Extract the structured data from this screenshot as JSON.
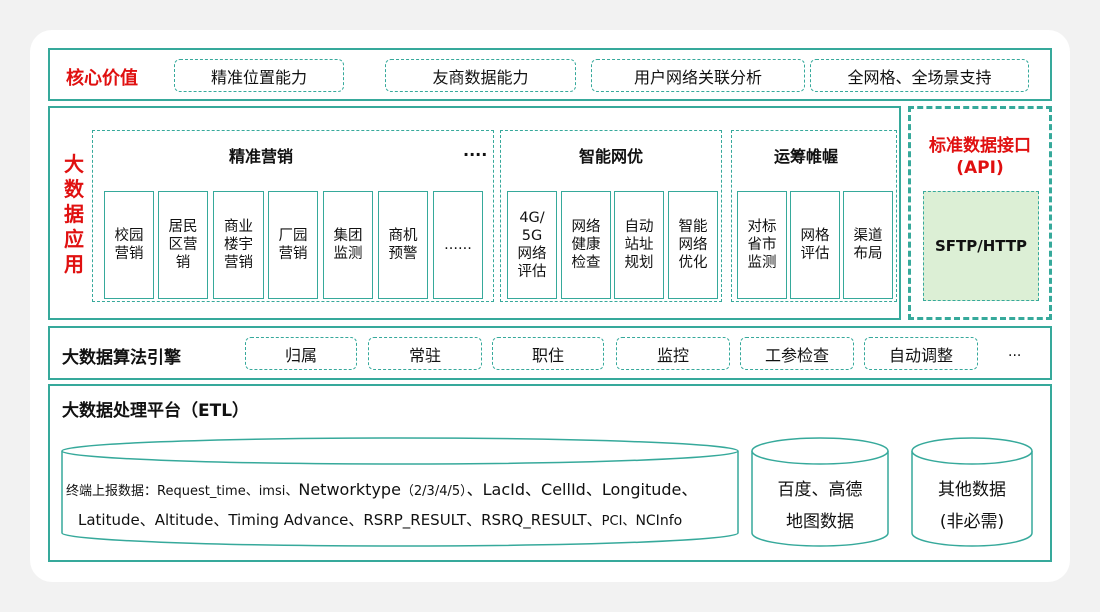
{
  "core_value": {
    "title": "核心价值",
    "items": [
      "精准位置能力",
      "友商数据能力",
      "用户网络关联分析",
      "全网格、全场景支持"
    ]
  },
  "big_data_app": {
    "title": "大\n数\n据\n应\n用",
    "groups": [
      {
        "title": "精准营销",
        "extra": "....",
        "cells": [
          "校园\n营销",
          "居民\n区营\n销",
          "商业\n楼宇\n营销",
          "厂园\n营销",
          "集团\n监测",
          "商机\n预警",
          "......"
        ]
      },
      {
        "title": "智能网优",
        "cells": [
          "4G/\n5G\n网络\n评估",
          "网络\n健康\n检查",
          "自动\n站址\n规划",
          "智能\n网络\n优化"
        ]
      },
      {
        "title": "运筹帷幄",
        "cells": [
          "对标\n省市\n监测",
          "网格\n评估",
          "渠道\n布局"
        ]
      }
    ]
  },
  "api": {
    "title": "标准数据接口\n(API)",
    "protocol": "SFTP/HTTP"
  },
  "algorithm_engine": {
    "title": "大数据算法引擎",
    "items": [
      "归属",
      "常驻",
      "职住",
      "监控",
      "工参检查",
      "自动调整"
    ],
    "more": "..."
  },
  "etl_platform": {
    "title": "大数据处理平台（ETL）",
    "terminal_data": {
      "line1_prefix": "终端上报数据：",
      "line1_fields": "Request_time、imsi、",
      "line1_network": "Networktype",
      "line1_net_values": "（2/3/4/5）",
      "line1_rest": "、LacId、CellId、Longitude、",
      "line2_a": "Latitude、Altitude、Timing Advance、RSRP_RESULT、RSRQ_RESULT、",
      "line2_b": "PCI、",
      "line2_c": "NCInfo"
    },
    "map_data": "百度、高德\n地图数据",
    "other_data": "其他数据\n(非必需)"
  }
}
